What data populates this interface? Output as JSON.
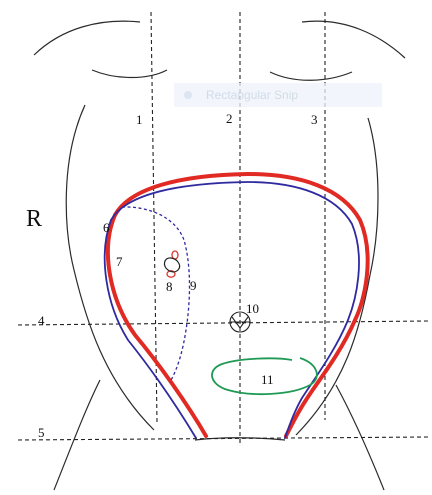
{
  "side_marker": "R",
  "vertical_lines": [
    {
      "label": "1"
    },
    {
      "label": "2"
    },
    {
      "label": "3"
    }
  ],
  "horizontal_lines": [
    {
      "label": "4"
    },
    {
      "label": "5"
    }
  ],
  "numbers": [
    "6",
    "7",
    "8",
    "9",
    "10",
    "11"
  ],
  "overlay": {
    "label": "Rectangular Snip",
    "icon": "snip-icon"
  },
  "colors": {
    "outline": "#2b2b2b",
    "red_boundary": "#e02a23",
    "blue_boundary": "#2f2aa0",
    "green_loop": "#1f9a55",
    "red_marks": "#d9342b",
    "guides": "#222222"
  }
}
